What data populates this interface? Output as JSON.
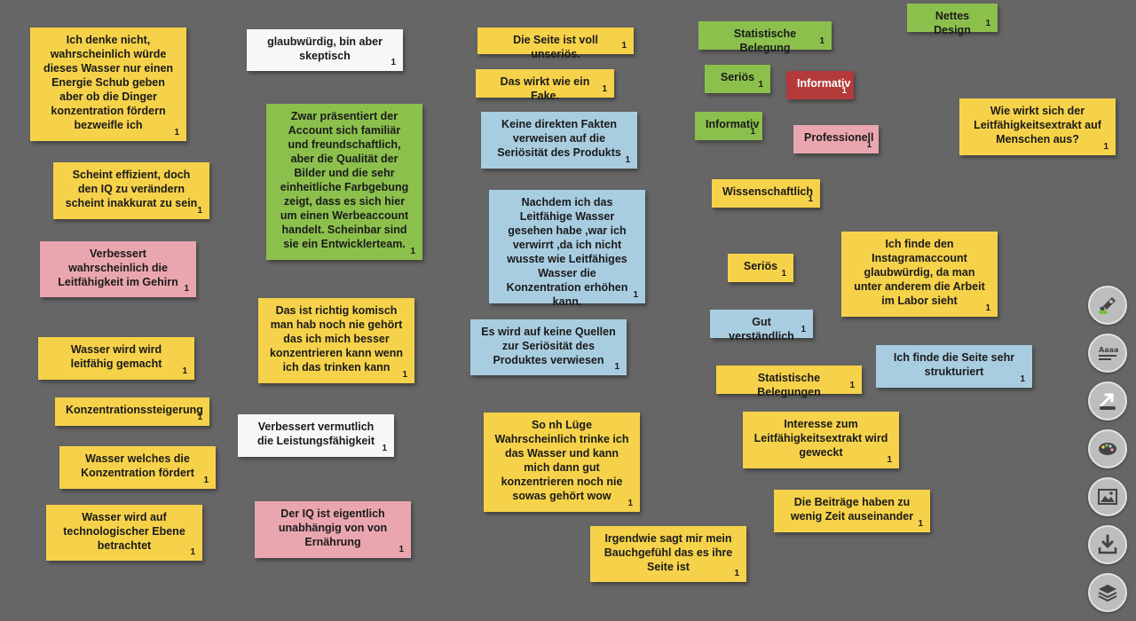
{
  "notes": [
    {
      "id": "n1",
      "text": "Ich denke nicht, wahrscheinlich würde dieses Wasser nur einen Energie Schub geben aber ob die Dinger konzentration fördern bezweifle ich",
      "count": "1",
      "color": "yellow"
    },
    {
      "id": "n2",
      "text": "glaubwürdig, bin aber skeptisch",
      "count": "1",
      "color": "white"
    },
    {
      "id": "n3",
      "text": "Die Seite ist voll unseriös.",
      "count": "1",
      "color": "yellow"
    },
    {
      "id": "n4",
      "text": "Statistische Belegung",
      "count": "1",
      "color": "green"
    },
    {
      "id": "n5",
      "text": "Nettes Design",
      "count": "1",
      "color": "green"
    },
    {
      "id": "n6",
      "text": "Das wirkt wie ein Fake.",
      "count": "1",
      "color": "yellow"
    },
    {
      "id": "n7",
      "text": "Seriös",
      "count": "1",
      "color": "green"
    },
    {
      "id": "n8",
      "text": "Informativ",
      "count": "1",
      "color": "red"
    },
    {
      "id": "n9",
      "text": "Zwar präsentiert der Account sich familiär und freundschaftlich, aber die Qualität der Bilder und die sehr einheitliche Farbgebung zeigt, dass es sich hier um einen Werbeaccount handelt. Scheinbar sind sie ein Entwicklerteam.",
      "count": "1",
      "color": "green"
    },
    {
      "id": "n10",
      "text": "Keine direkten Fakten verweisen auf die Seriösität des Produkts",
      "count": "1",
      "color": "blue"
    },
    {
      "id": "n11",
      "text": "Informativ",
      "count": "1",
      "color": "green"
    },
    {
      "id": "n12",
      "text": "Professionell",
      "count": "1",
      "color": "pink"
    },
    {
      "id": "n13",
      "text": "Wie wirkt sich der Leitfähigkeitsextrakt auf Menschen aus?",
      "count": "1",
      "color": "yellow"
    },
    {
      "id": "n14",
      "text": "Scheint effizient, doch den IQ zu verändern scheint inakkurat zu sein",
      "count": "1",
      "color": "yellow"
    },
    {
      "id": "n15",
      "text": "Wissenschaftlich",
      "count": "1",
      "color": "yellow"
    },
    {
      "id": "n16",
      "text": "Nachdem ich das Leitfähige Wasser gesehen habe ,war ich verwirrt ,da ich nicht wusste wie Leitfähiges Wasser die Konzentration erhöhen kann.",
      "count": "1",
      "color": "blue"
    },
    {
      "id": "n17",
      "text": "Verbessert wahrscheinlich die Leitfähigkeit im Gehirn",
      "count": "1",
      "color": "pink"
    },
    {
      "id": "n18",
      "text": "Ich finde den Instagramaccount glaubwürdig, da man unter anderem die Arbeit im Labor sieht",
      "count": "1",
      "color": "yellow"
    },
    {
      "id": "n19",
      "text": "Seriös",
      "count": "1",
      "color": "yellow"
    },
    {
      "id": "n20",
      "text": "Das ist richtig komisch man hab noch nie gehört das ich mich besser konzentrieren kann wenn ich das trinken kann",
      "count": "1",
      "color": "yellow"
    },
    {
      "id": "n21",
      "text": "Gut verständlich",
      "count": "1",
      "color": "blue"
    },
    {
      "id": "n22",
      "text": "Es wird auf keine Quellen zur Seriösität des Produktes verwiesen",
      "count": "1",
      "color": "blue"
    },
    {
      "id": "n23",
      "text": "Wasser wird wird leitfähig gemacht",
      "count": "1",
      "color": "yellow"
    },
    {
      "id": "n24",
      "text": "Ich finde die Seite sehr strukturiert",
      "count": "1",
      "color": "blue"
    },
    {
      "id": "n25",
      "text": "Statistische Belegungen",
      "count": "1",
      "color": "yellow"
    },
    {
      "id": "n26",
      "text": "Konzentrationssteigerung",
      "count": "1",
      "color": "yellow"
    },
    {
      "id": "n27",
      "text": "Verbessert vermutlich die Leistungsfähigkeit",
      "count": "1",
      "color": "white"
    },
    {
      "id": "n28",
      "text": "So nh Lüge Wahrscheinlich trinke ich das Wasser und kann mich dann gut konzentrieren noch nie sowas gehört wow",
      "count": "1",
      "color": "yellow"
    },
    {
      "id": "n29",
      "text": "Interesse zum Leitfähigkeitsextrakt wird geweckt",
      "count": "1",
      "color": "yellow"
    },
    {
      "id": "n30",
      "text": "Wasser welches die Konzentration fördert",
      "count": "1",
      "color": "yellow"
    },
    {
      "id": "n31",
      "text": "Die Beiträge haben zu wenig Zeit auseinander",
      "count": "1",
      "color": "yellow"
    },
    {
      "id": "n32",
      "text": "Wasser wird auf technologischer Ebene betrachtet",
      "count": "1",
      "color": "yellow"
    },
    {
      "id": "n33",
      "text": "Der IQ ist eigentlich unabhängig von von Ernährung",
      "count": "1",
      "color": "pink"
    },
    {
      "id": "n34",
      "text": "Irgendwie sagt mir mein Bauchgefühl das es ihre Seite ist",
      "count": "1",
      "color": "yellow"
    }
  ],
  "toolbar": [
    {
      "name": "rocket-icon"
    },
    {
      "name": "text-style-icon"
    },
    {
      "name": "export-arrow-icon"
    },
    {
      "name": "palette-icon"
    },
    {
      "name": "image-icon"
    },
    {
      "name": "download-icon"
    },
    {
      "name": "layers-icon"
    }
  ],
  "colors": {
    "background": "#666666",
    "yellow": "#f6d24a",
    "green": "#8cc04d",
    "blue": "#a9cde0",
    "pink": "#eaa6ae",
    "white": "#f7f7f7",
    "red": "#b43a3a"
  }
}
